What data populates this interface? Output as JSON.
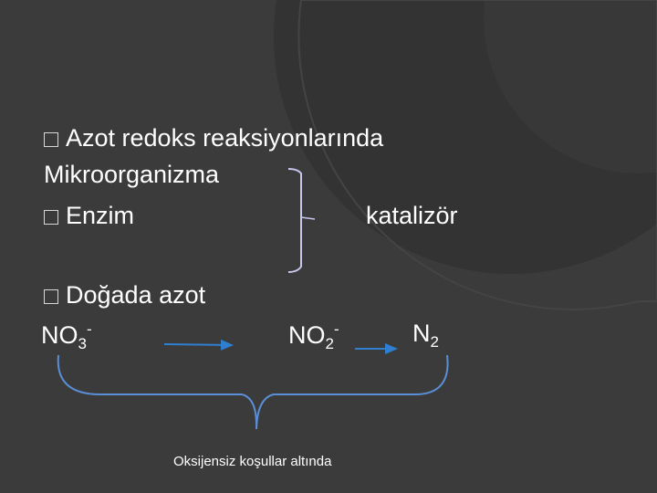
{
  "bullets": {
    "line1": "Azot redoks reaksiyonlarında",
    "line2": "Mikroorganizma",
    "line3": "Enzim",
    "line4": "Doğada azot"
  },
  "katalizor": "katalizör",
  "chem": {
    "no3_base": "NO",
    "no3_sub": "3",
    "no3_sup": "-",
    "no2_base": "NO",
    "no2_sub": "2",
    "no2_sup": "-",
    "n2_base": "N",
    "n2_sub": "2"
  },
  "caption": "Oksijensiz koşullar altında",
  "colors": {
    "background": "#3b3b3b",
    "text": "#ffffff",
    "arrow": "#2f7fd0",
    "bracket_light": "#c7c7ee",
    "bracket_blue": "#5a8fd8"
  }
}
